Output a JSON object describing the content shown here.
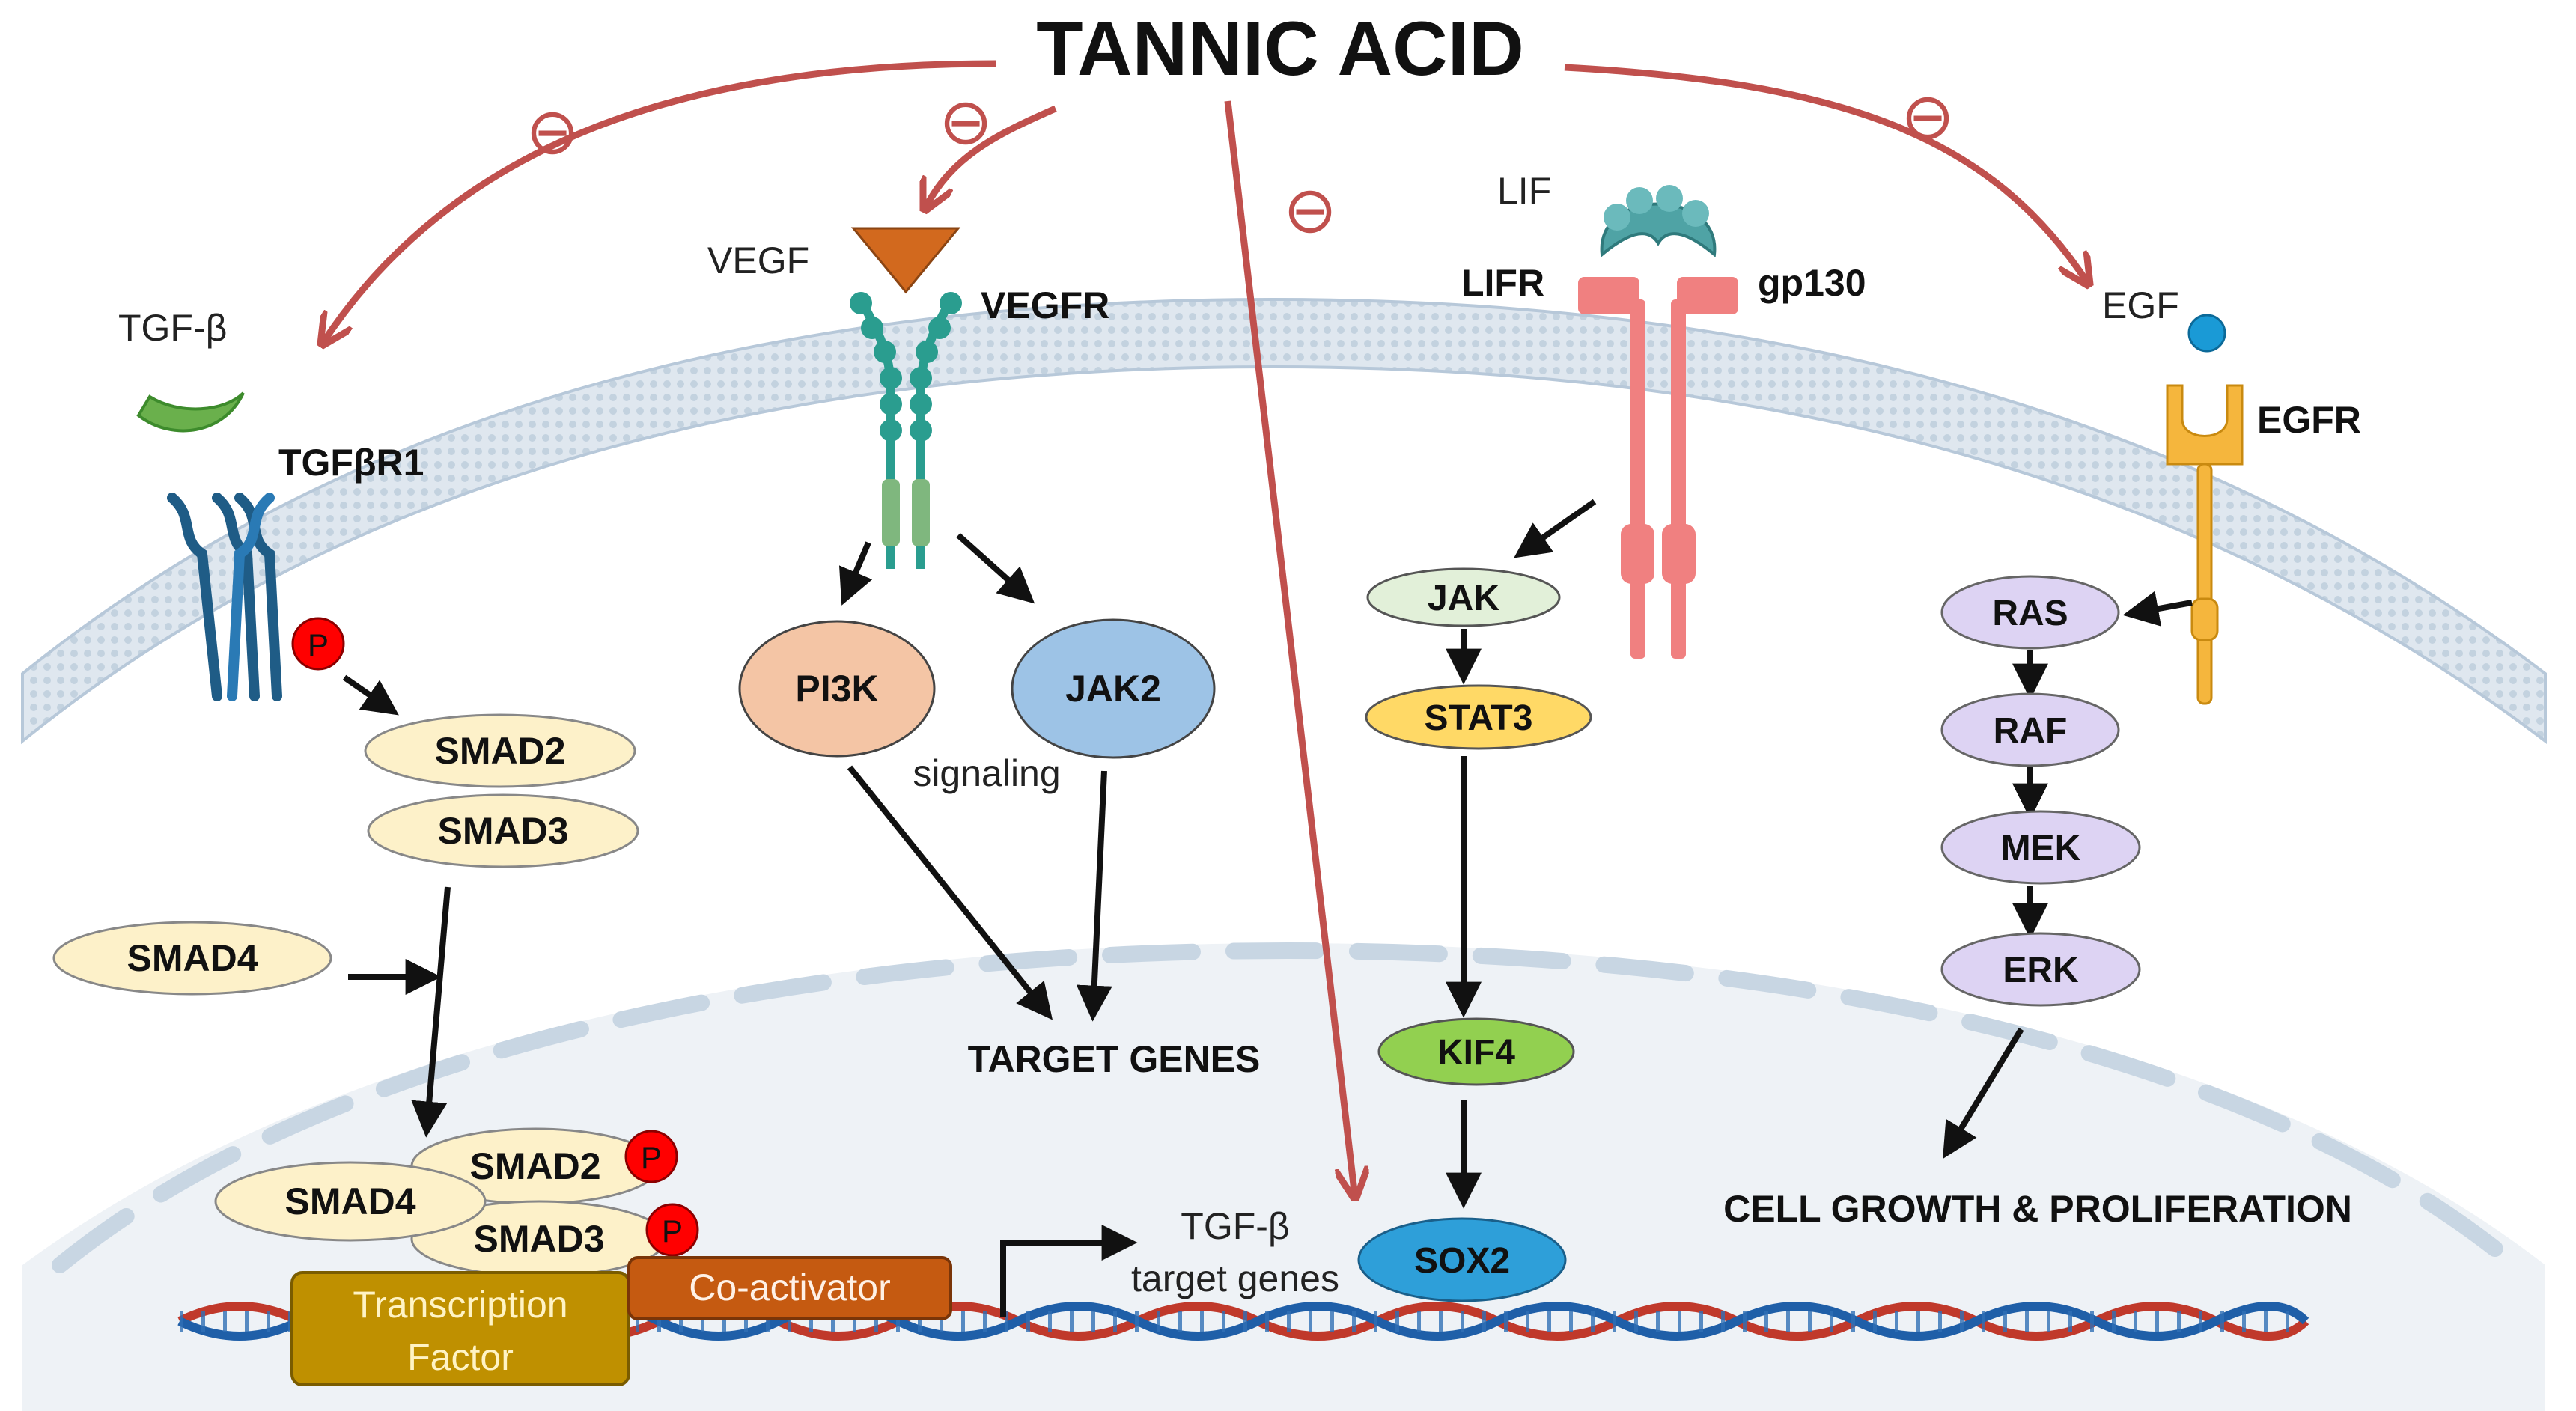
{
  "title": "TANNIC ACID",
  "inhibit_symbol": "⊖",
  "colors": {
    "inhibit": "#c0504d",
    "membrane": "#b7c8d9",
    "nucleus": "#e8eef4",
    "smad": "#fdf1c9",
    "pi3k": "#f4c5a5",
    "jak2": "#9dc3e6",
    "jak": "#e2f0d9",
    "stat3": "#ffd966",
    "kif4": "#92d050",
    "sox2": "#2e9fd9",
    "raf_group": "#ddd3f3",
    "phospho": "#ff0000",
    "tf_box": "#bf9000",
    "coactivator": "#c55a11"
  },
  "icons": [
    "tgfb-ligand-icon",
    "vegf-ligand-icon",
    "lif-ligand-icon",
    "egf-ligand-icon",
    "dna-helix-icon",
    "phospho-icon"
  ],
  "tgf": {
    "ligand": "TGF-β",
    "receptor": "TGFβR1",
    "phospho": "P",
    "smad2": "SMAD2",
    "smad3": "SMAD3",
    "smad4": "SMAD4",
    "complex_smad2": "SMAD2",
    "complex_smad3": "SMAD3",
    "complex_smad4": "SMAD4",
    "transcription_factor_line1": "Transcription",
    "transcription_factor_line2": "Factor",
    "coactivator": "Co-activator",
    "target_line1": "TGF-β",
    "target_line2": "target genes"
  },
  "vegf": {
    "ligand": "VEGF",
    "receptor": "VEGFR",
    "pi3k": "PI3K",
    "jak2": "JAK2",
    "signaling": "signaling",
    "target_genes": "TARGET GENES"
  },
  "lif": {
    "ligand": "LIF",
    "receptor": "LIFR",
    "coreceptor": "gp130",
    "jak": "JAK",
    "stat3": "STAT3",
    "kif4": "KIF4",
    "sox2": "SOX2"
  },
  "egf": {
    "ligand": "EGF",
    "receptor": "EGFR",
    "ras": "RAS",
    "raf": "RAF",
    "mek": "MEK",
    "erk": "ERK",
    "outcome": "CELL GROWTH & PROLIFERATION"
  }
}
